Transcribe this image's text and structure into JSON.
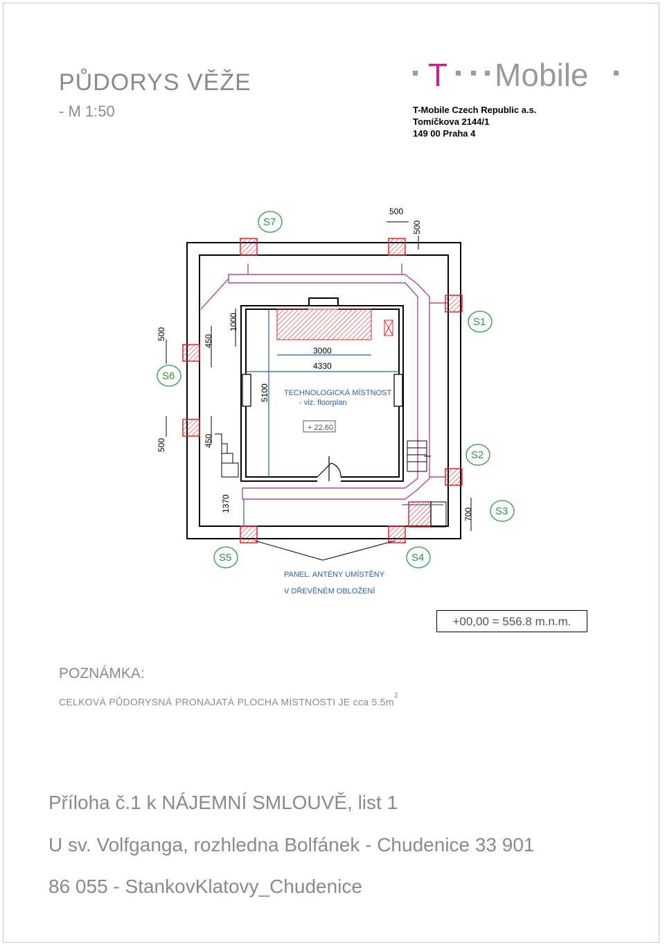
{
  "title": "PŮDORYS  VĚŽE",
  "scale": "- M 1:50",
  "logo": {
    "text": "Mobile",
    "t_letter": "T",
    "brand_color": "#c8238a"
  },
  "company": {
    "name": "T-Mobile Czech Republic a.s.",
    "street": "Tomíčkova 2144/1",
    "city": "149 00 Praha 4"
  },
  "plan": {
    "sectors": [
      "S7",
      "S1",
      "S6",
      "S2",
      "S3",
      "S5",
      "S4"
    ],
    "dims": {
      "d500_top": "500",
      "d500_top_v": "500",
      "d500_left_top": "500",
      "d500_left_bottom": "500",
      "d450_top": "450",
      "d450_bottom": "450",
      "d1000": "1000",
      "d5100": "5100",
      "d3000": "3000",
      "d4330": "4330",
      "d1370": "1370",
      "d700": "700"
    },
    "room_label_1": "TECHNOLOGICKÁ MÍSTNOST",
    "room_label_2": "- viz. floorplan",
    "level": "+ 22.60",
    "panel_label_1": "PANEL. ANTÉNY UMÍSTĚNY",
    "panel_label_2": "V DŘEVĚNÉM OBLOŽENÍ",
    "colors": {
      "hatch": "#e0262a",
      "cable": "#b44a9a",
      "dim": "#2a5fb0",
      "sector": "#2a9a3a"
    }
  },
  "elevation": "+00,00  =  556.8  m.n.m.",
  "note": {
    "heading": "POZNÁMKA:",
    "text": "CELKOVÁ  PŮDORYSNÁ  PRONAJATÁ  PLOCHA  MÍSTNOSTI  JE cca 5.5m",
    "sup": "2"
  },
  "footer": {
    "line1": "Příloha č.1 k NÁJEMNÍ SMLOUVĚ, list 1",
    "line2": "U sv. Volfganga, rozhledna Bolfánek - Chudenice 33 901",
    "line3": "86 055 - StankovKlatovy_Chudenice"
  }
}
